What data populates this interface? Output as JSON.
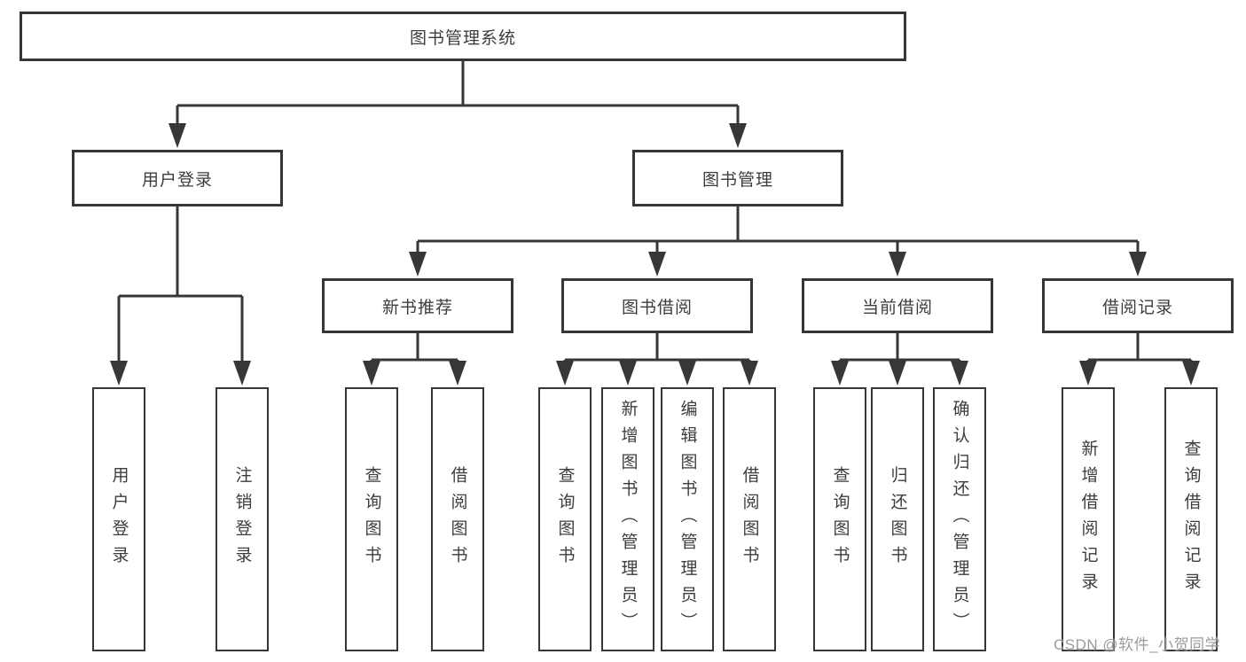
{
  "diagram": {
    "root": {
      "label": "图书管理系统"
    },
    "level2": [
      {
        "label": "用户登录"
      },
      {
        "label": "图书管理"
      }
    ],
    "level3": [
      {
        "label": "新书推荐"
      },
      {
        "label": "图书借阅"
      },
      {
        "label": "当前借阅"
      },
      {
        "label": "借阅记录"
      }
    ],
    "leaves": {
      "user_login": [
        "用户登录",
        "注销登录"
      ],
      "new_book": [
        "查询图书",
        "借阅图书"
      ],
      "book_borrow": [
        "查询图书",
        "新增图书（管理员）",
        "编辑图书（管理员）",
        "借阅图书"
      ],
      "current_borrow": [
        "查询图书",
        "归还图书",
        "确认归还（管理员）"
      ],
      "borrow_records": [
        "新增借阅记录",
        "查询借阅记录"
      ]
    }
  },
  "watermark": {
    "text": "CSDN @软件_小贺同学"
  },
  "colors": {
    "line": "#373737",
    "box_fill": "#ffffff",
    "text": "#3d3d3d",
    "watermark": "#8a8a8a"
  }
}
